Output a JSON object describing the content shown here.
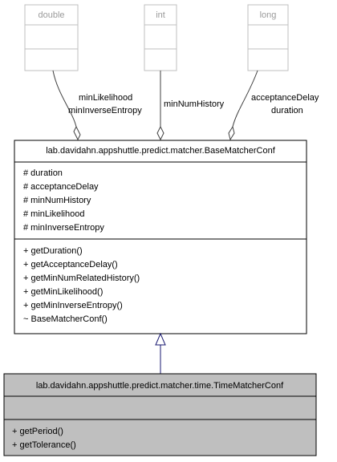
{
  "primitives": [
    {
      "id": "double",
      "label": "double"
    },
    {
      "id": "int",
      "label": "int"
    },
    {
      "id": "long",
      "label": "long"
    }
  ],
  "associations": [
    {
      "id": "double",
      "labels": [
        "minLikelihood",
        "minInverseEntropy"
      ]
    },
    {
      "id": "int",
      "labels": [
        "minNumHistory"
      ]
    },
    {
      "id": "long",
      "labels": [
        "acceptanceDelay",
        "duration"
      ]
    }
  ],
  "base_class": {
    "name": "lab.davidahn.appshuttle.predict.matcher.BaseMatcherConf",
    "attributes": [
      "# duration",
      "# acceptanceDelay",
      "# minNumHistory",
      "# minLikelihood",
      "# minInverseEntropy"
    ],
    "methods": [
      "+ getDuration()",
      "+ getAcceptanceDelay()",
      "+ getMinNumRelatedHistory()",
      "+ getMinLikelihood()",
      "+ getMinInverseEntropy()",
      "~ BaseMatcherConf()"
    ]
  },
  "derived_class": {
    "name": "lab.davidahn.appshuttle.predict.matcher.time.TimeMatcherConf",
    "attributes": [],
    "methods": [
      "+ getPeriod()",
      "+ getTolerance()"
    ]
  },
  "colors": {
    "primitive_border": "#bfbfbf",
    "class_border": "#000000",
    "derived_fill": "#bfbfbf",
    "inheritance_edge": "#191970",
    "association_edge": "#404040"
  }
}
